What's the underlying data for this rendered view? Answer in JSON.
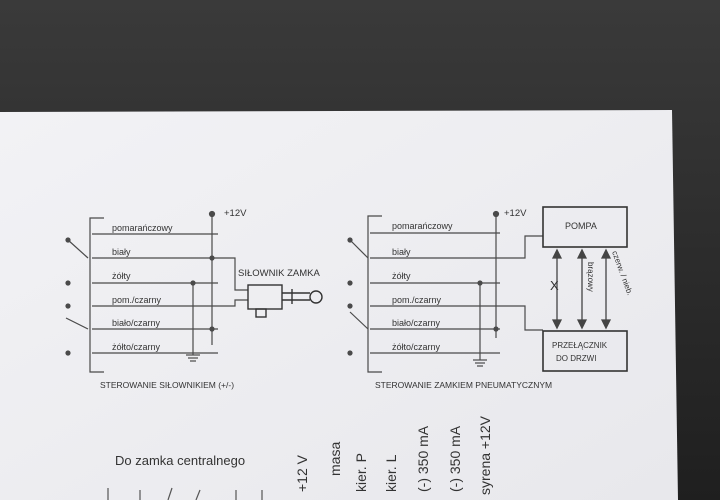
{
  "colors": {
    "background_dark": "#2a2a2a",
    "paper": "#f4f4f6",
    "ink": "#3a3a3a"
  },
  "left_diagram": {
    "supply": "+12V",
    "wires": [
      "pomarańczowy",
      "biały",
      "żółty",
      "pom./czarny",
      "biało/czarny",
      "żółto/czarny"
    ],
    "actuator_label": "SIŁOWNIK ZAMKA",
    "caption": "STEROWANIE SIŁOWNIKIEM (+/-)"
  },
  "right_diagram": {
    "supply": "+12V",
    "wires": [
      "pomarańczowy",
      "biały",
      "żółty",
      "pom./czarny",
      "biało/czarny",
      "żółto/czarny"
    ],
    "pump_label": "POMPA",
    "switch_label_line1": "PRZEŁĄCZNIK",
    "switch_label_line2": "DO DRZWI",
    "wire_label_brown": "brązowy",
    "wire_label_red_blue": "czerw. / nieb.",
    "caption": "STEROWANIE ZAMKIEM PNEUMATYCZNYM"
  },
  "bottom": {
    "heading": "Do zamka centralnego",
    "vertical_labels": [
      "+12 V",
      "masa",
      "kier. P",
      "kier. L",
      "(-) 350 mA",
      "(-) 350 mA",
      "syrena +12V"
    ]
  }
}
